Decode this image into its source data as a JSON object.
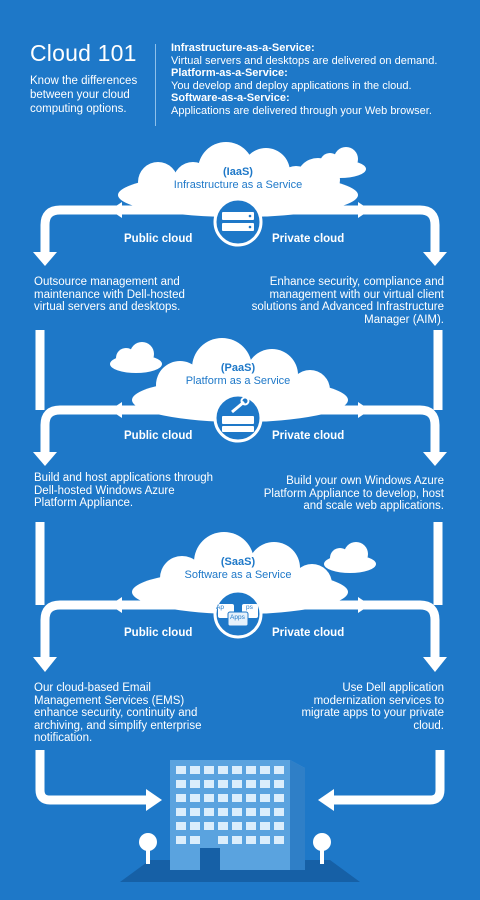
{
  "header": {
    "title": "Cloud 101",
    "subtitle": "Know the differences between your cloud computing options.",
    "definitions": [
      {
        "term": "Infrastructure-as-a-Service:",
        "text": "Virtual servers and desktops are delivered on demand."
      },
      {
        "term": "Platform-as-a-Service:",
        "text": "You develop and deploy applications in the cloud."
      },
      {
        "term": "Software-as-a-Service:",
        "text": "Applications are delivered through your Web browser."
      }
    ]
  },
  "sections": [
    {
      "abbr": "(IaaS)",
      "name": "Infrastructure as a Service",
      "public_label": "Public cloud",
      "private_label": "Private cloud",
      "public_desc": "Outsource management and maintenance with Dell-hosted virtual servers and desktops.",
      "private_desc": "Enhance security, compliance and management with our virtual client solutions and Advanced Infrastructure Manager (AIM)."
    },
    {
      "abbr": "(PaaS)",
      "name": "Platform as a Service",
      "public_label": "Public cloud",
      "private_label": "Private cloud",
      "public_desc": "Build and host applications through Dell-hosted Windows Azure Platform Appliance.",
      "private_desc": "Build your own Windows Azure Platform Appliance to develop, host and scale web applications."
    },
    {
      "abbr": "(SaaS)",
      "name": "Software as a Service",
      "public_label": "Public cloud",
      "private_label": "Private cloud",
      "public_desc": "Our cloud-based Email Management Services (EMS) enhance security, continuity and archiving, and simplify enterprise notification.",
      "private_desc": "Use Dell application modernization services to migrate apps to your private cloud."
    }
  ],
  "apps_icon_text": [
    "Ap",
    "ps",
    "Apps"
  ]
}
